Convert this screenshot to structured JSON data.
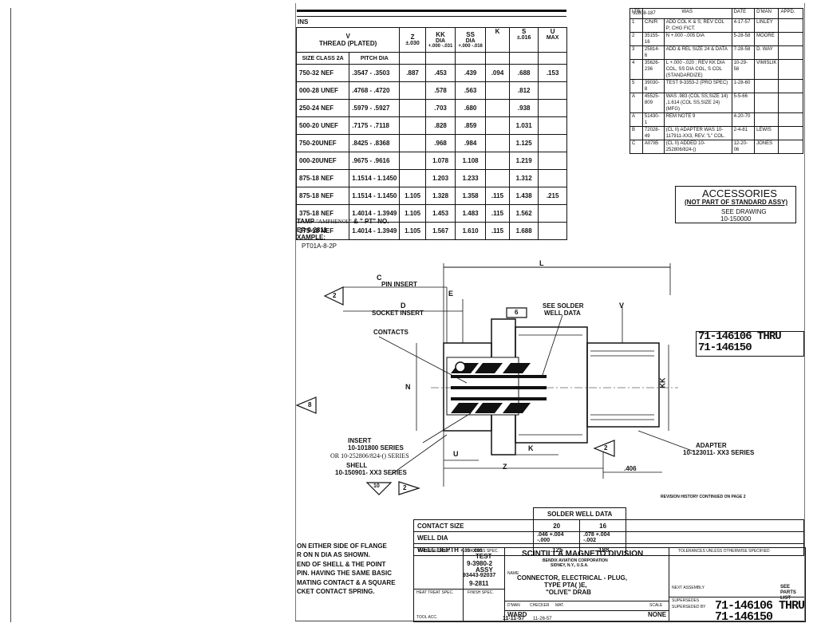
{
  "thread_table": {
    "header_fragment": "INS",
    "col_v": "V",
    "col_thread": "THREAD (PLATED)",
    "col_size": "SIZE CLASS 2A",
    "col_pitch": "PITCH DIA",
    "col_z": "Z",
    "col_z_tol": "±.030",
    "col_kk": "KK",
    "col_kk_sub": "DIA",
    "col_kk_tol": "+.000 -.031",
    "col_ss": "SS",
    "col_ss_sub": "DIA",
    "col_ss_tol": "+.000 -.016",
    "col_k": "K",
    "col_s": "S",
    "col_s_tol": "±.016",
    "col_u": "U",
    "col_u_sub": "MAX",
    "rows": [
      {
        "size": "750-32 NEF",
        "pitch": ".3547 - .3503",
        "z": ".887",
        "kk": ".453",
        "ss": ".439",
        "k": ".094",
        "s": ".688",
        "u": ".153"
      },
      {
        "size": "000-28 UNEF",
        "pitch": ".4768 - .4720",
        "z": "",
        "kk": ".578",
        "ss": ".563",
        "k": "",
        "s": ".812",
        "u": ""
      },
      {
        "size": "250-24 NEF",
        "pitch": ".5979 - .5927",
        "z": "",
        "kk": ".703",
        "ss": ".680",
        "k": "",
        "s": ".938",
        "u": ""
      },
      {
        "size": "500-20 UNEF",
        "pitch": ".7175 - .7118",
        "z": "",
        "kk": ".828",
        "ss": ".859",
        "k": "",
        "s": "1.031",
        "u": ""
      },
      {
        "size": "750-20UNEF",
        "pitch": ".8425 - .8368",
        "z": "",
        "kk": ".968",
        "ss": ".984",
        "k": "",
        "s": "1.125",
        "u": ""
      },
      {
        "size": "000-20UNEF",
        "pitch": ".9675 - .9616",
        "z": "",
        "kk": "1.078",
        "ss": "1.108",
        "k": "",
        "s": "1.219",
        "u": ""
      },
      {
        "size": "875-18 NEF",
        "pitch": "1.1514 - 1.1450",
        "z": "",
        "kk": "1.203",
        "ss": "1.233",
        "k": "",
        "s": "1.312",
        "u": ""
      },
      {
        "size": "875-18 NEF",
        "pitch": "1.1514 - 1.1450",
        "z": "1.105",
        "kk": "1.328",
        "ss": "1.358",
        "k": ".115",
        "s": "1.438",
        "u": ".215"
      },
      {
        "size": "375-18 NEF",
        "pitch": "1.4014 - 1.3949",
        "z": "1.105",
        "kk": "1.453",
        "ss": "1.483",
        "k": ".115",
        "s": "1.562",
        "u": ""
      },
      {
        "size": "375-18 NEF",
        "pitch": "1.4014 - 1.3949",
        "z": "1.105",
        "kk": "1.567",
        "ss": "1.610",
        "k": ".115",
        "s": "1.688",
        "u": ""
      }
    ]
  },
  "revisions": {
    "head_ltr": "LTR",
    "head_was": "WAS",
    "head_date": "DATE",
    "head_dman": "D'MAN",
    "head_appd": "APPD.",
    "ref": "32808-187",
    "rows": [
      {
        "ltr": "1",
        "ref": "C/N/R",
        "desc": "ADD COL K & S; REV COL P; CHG FICT.",
        "date": "4-17-57",
        "dman": "LINLEY"
      },
      {
        "ltr": "2",
        "ref": "35155-16",
        "desc": "N +.000 -.005 DIA",
        "date": "5-28-58",
        "dman": "MOORE"
      },
      {
        "ltr": "3",
        "ref": "25814-6",
        "desc": "ADD & REL SIZE 24 & DATA",
        "date": "7-28-58",
        "dman": "D. WAY"
      },
      {
        "ltr": "4",
        "ref": "35626-236",
        "desc": "L +.000 -.020 ; REV KK DIA COL, SS DIA COL, S COL (STANDARDIZE)",
        "date": "10-29-58",
        "dman": "VIMISLIK"
      },
      {
        "ltr": "5",
        "ref": "39030-8",
        "desc": "TEST 9-3353-2 (PRO SPEC)",
        "date": "1-28-60",
        "dman": ""
      },
      {
        "ltr": "A",
        "ref": "45525-809",
        "desc": "WAS .983 (COL SS,SIZE 14) ,1.614 (COL SS,SIZE 24) (MFG)",
        "date": "5-5-66",
        "dman": ""
      },
      {
        "ltr": "A",
        "ref": "51430-1",
        "desc": "REM NOTE 9",
        "date": "4-20-70",
        "dman": ""
      },
      {
        "ltr": "B",
        "ref": "72028-49",
        "desc": "(CL II) ADAPTER WAS 10-117911-XX3, REV. \"L\" COL.",
        "date": "2-4-81",
        "dman": "LEWIS"
      },
      {
        "ltr": "C",
        "ref": "A0785",
        "desc": "(CL II) ADDED 10-252806/824-()",
        "date": "12-20-06",
        "dman": "JONES"
      }
    ]
  },
  "accessories": {
    "title": "ACCESSORIES",
    "subtitle": "(NOT PART OF STANDARD ASSY)",
    "see": "SEE DRAWING",
    "drawing": "10-150000"
  },
  "stamp_notes": {
    "line1a": "TAMP",
    "line1b": "\"AMPHENOL\"",
    "line1c": "& \" PT\" NO.",
    "line2": "ER 9-2811",
    "line3": "XAMPLE:",
    "line4": "PT01A-8-2P"
  },
  "drawing": {
    "dim_L": "L",
    "dim_C": "C",
    "pin_insert": "PIN INSERT",
    "dim_D": "D",
    "socket_insert": "SOCKET INSERT",
    "dim_E": "E",
    "contacts": "CONTACTS",
    "see_solder": "SEE SOLDER",
    "well_data": "WELL DATA",
    "dim_V": "V",
    "dim_N": "N",
    "dim_KK": "KK",
    "insert": "INSERT",
    "insert_series": "10-101800 SERIES",
    "insert_or": "OR 10-252806/824-() SERIES",
    "shell": "SHELL",
    "shell_series": "10-150901- XX3 SERIES",
    "dim_U": "U",
    "dim_K": "K",
    "dim_Z": "Z",
    "dim_406": ".406",
    "adapter": "ADAPTER",
    "adapter_series": "10-123011- XX3 SERIES",
    "flag2": "2",
    "flag6": "6",
    "flag8": "8",
    "flag10": "10",
    "part_range_1": "71-146106 THRU",
    "part_range_2": "71-146150"
  },
  "solder_well": {
    "title": "SOLDER WELL DATA",
    "row_size": "CONTACT SIZE",
    "row_dia": "WELL DIA",
    "row_depth": "WELL DEPTH",
    "depth_tol": "+.03 -.000",
    "size_a": "20",
    "size_b": "16",
    "dia_a": ".046 +.004 -.000",
    "dia_b": ".078 +.004 -.002",
    "depth_a": ".125",
    "depth_b": ".188"
  },
  "notes": {
    "n1": "ON EITHER SIDE OF FLANGE",
    "n2": "R ON N DIA AS SHOWN.",
    "n3": "END OF SHELL & THE POINT",
    "n4": "PIN. HAVING THE SAME BASIC",
    "n5": "MATING CONTACT & A SQUARE",
    "n6": "CKET CONTACT SPRING."
  },
  "title_block": {
    "material_spec": "MATERIAL SPEC.",
    "process_spec": "PROCESS SPEC.",
    "test": "TEST",
    "spec1": "9-3980-2",
    "assy": "ASSY",
    "spec2": "93443-92037",
    "spec3": "9-2811",
    "heat_treat": "HEAT TREAT SPEC.",
    "finish_spec": "FINISH SPEC.",
    "tool_acc": "TOOL ACC.",
    "company": "SCINTILLA MAGNETO DIVISION",
    "corp": "BENDIX AVIATION CORPORATION",
    "city": "SIDNEY, N.Y., U.S.A.",
    "name_label": "NAME",
    "name_line1": "CONNECTOR, ELECTRICAL - PLUG,",
    "name_line2": "TYPE PTA( )E,",
    "name_line3": "\"OLIVE\" DRAB",
    "dman_label": "D'MAN",
    "checker_label": "CHECKER",
    "mat_label": "MAT.",
    "scale_label": "SCALE",
    "dman": "WARD",
    "date": "11-11-57",
    "date2": "11-26-57",
    "scale": "NONE",
    "tolerances": "TOLERANCES UNLESS OTHERWISE SPECIFIED",
    "next_assembly": "NEXT ASSEMBLY",
    "supersedes": "SUPERSEDES",
    "superseded_by": "SUPERSEDED BY",
    "see_parts_list": "SEE PARTS LIST",
    "part_number_1": "71-146106 THRU",
    "part_number_2": "71-146150"
  },
  "stamp": "REVISION HISTORY CONTINUED ON PAGE 2"
}
